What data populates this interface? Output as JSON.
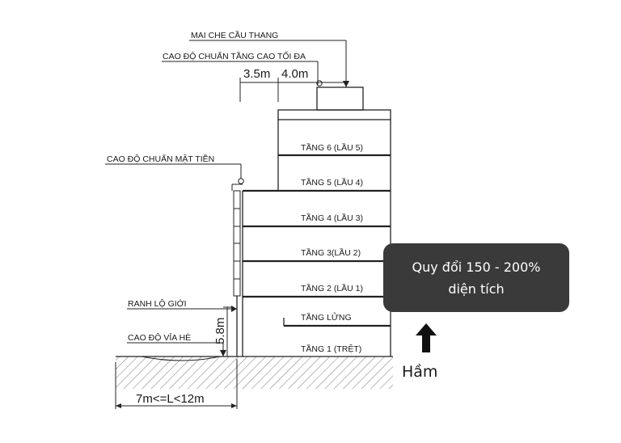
{
  "annotations": {
    "stair_roof": "MAI CHE CẦU THANG",
    "max_height": "CAO ĐỘ CHUẨN TẦNG CAO TỐI ĐA",
    "facade_height": "CAO ĐỘ CHUẨN MẶT TIỀN",
    "boundary": "RANH LỘ GIỚI",
    "sidewalk_height": "CAO ĐỘ VỈA HÈ"
  },
  "dimensions": {
    "setback_1": "3.5m",
    "setback_2": "4.0m",
    "height": "5.8m",
    "road_width": "7m<=L<12m"
  },
  "floors": [
    "TẦNG 6 (LẦU 5)",
    "TẦNG 5 (LẦU 4)",
    "TẦNG 4 (LẦU 3)",
    "TẦNG 3(LẦU 2)",
    "TẦNG 2 (LẦU 1)",
    "TẦNG LỬNG",
    "TẦNG 1 (TRỆT)"
  ],
  "callout": {
    "line1": "Quy đổi 150 - 200%",
    "line2": "diện tích"
  },
  "basement_label": "Hầm"
}
